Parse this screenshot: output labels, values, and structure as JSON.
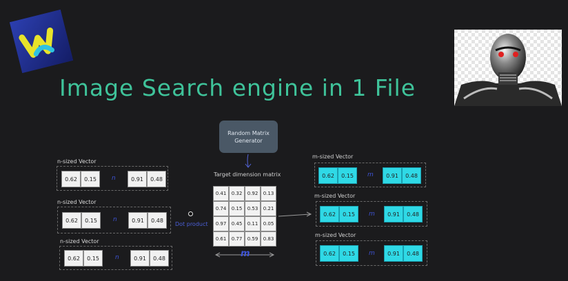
{
  "title": "Image Search engine in 1 File",
  "generator": {
    "label": "Random Matrix Generator"
  },
  "matrix": {
    "label": "Target dimension matrix",
    "rows": [
      [
        "0.41",
        "0.32",
        "0.92",
        "0.13"
      ],
      [
        "0.74",
        "0.15",
        "0.53",
        "0.21"
      ],
      [
        "0.97",
        "0.45",
        "0.11",
        "0.05"
      ],
      [
        "0.61",
        "0.77",
        "0.59",
        "0.83"
      ]
    ],
    "dim_label": "m"
  },
  "dot_product_label": "Dot product",
  "input_vectors": [
    {
      "label": "n-sized Vector",
      "values": [
        "0.62",
        "0.15",
        "0.91",
        "0.48"
      ],
      "dim": "n"
    },
    {
      "label": "n-sized Vector",
      "values": [
        "0.62",
        "0.15",
        "0.91",
        "0.48"
      ],
      "dim": "n"
    },
    {
      "label": "n-sized Vector",
      "values": [
        "0.62",
        "0.15",
        "0.91",
        "0.48"
      ],
      "dim": "n"
    }
  ],
  "output_vectors": [
    {
      "label": "m-sized Vector",
      "values": [
        "0.62",
        "0.15",
        "0.91",
        "0.48"
      ],
      "dim": "m"
    },
    {
      "label": "m-sized Vector",
      "values": [
        "0.62",
        "0.15",
        "0.91",
        "0.48"
      ],
      "dim": "m"
    },
    {
      "label": "m-sized Vector",
      "values": [
        "0.62",
        "0.15",
        "0.91",
        "0.48"
      ],
      "dim": "m"
    }
  ],
  "colors": {
    "title": "#3fc39a",
    "cyan_cell": "#2fd9e6",
    "accent_blue": "#3e54d6",
    "generator": "#4a5866"
  }
}
